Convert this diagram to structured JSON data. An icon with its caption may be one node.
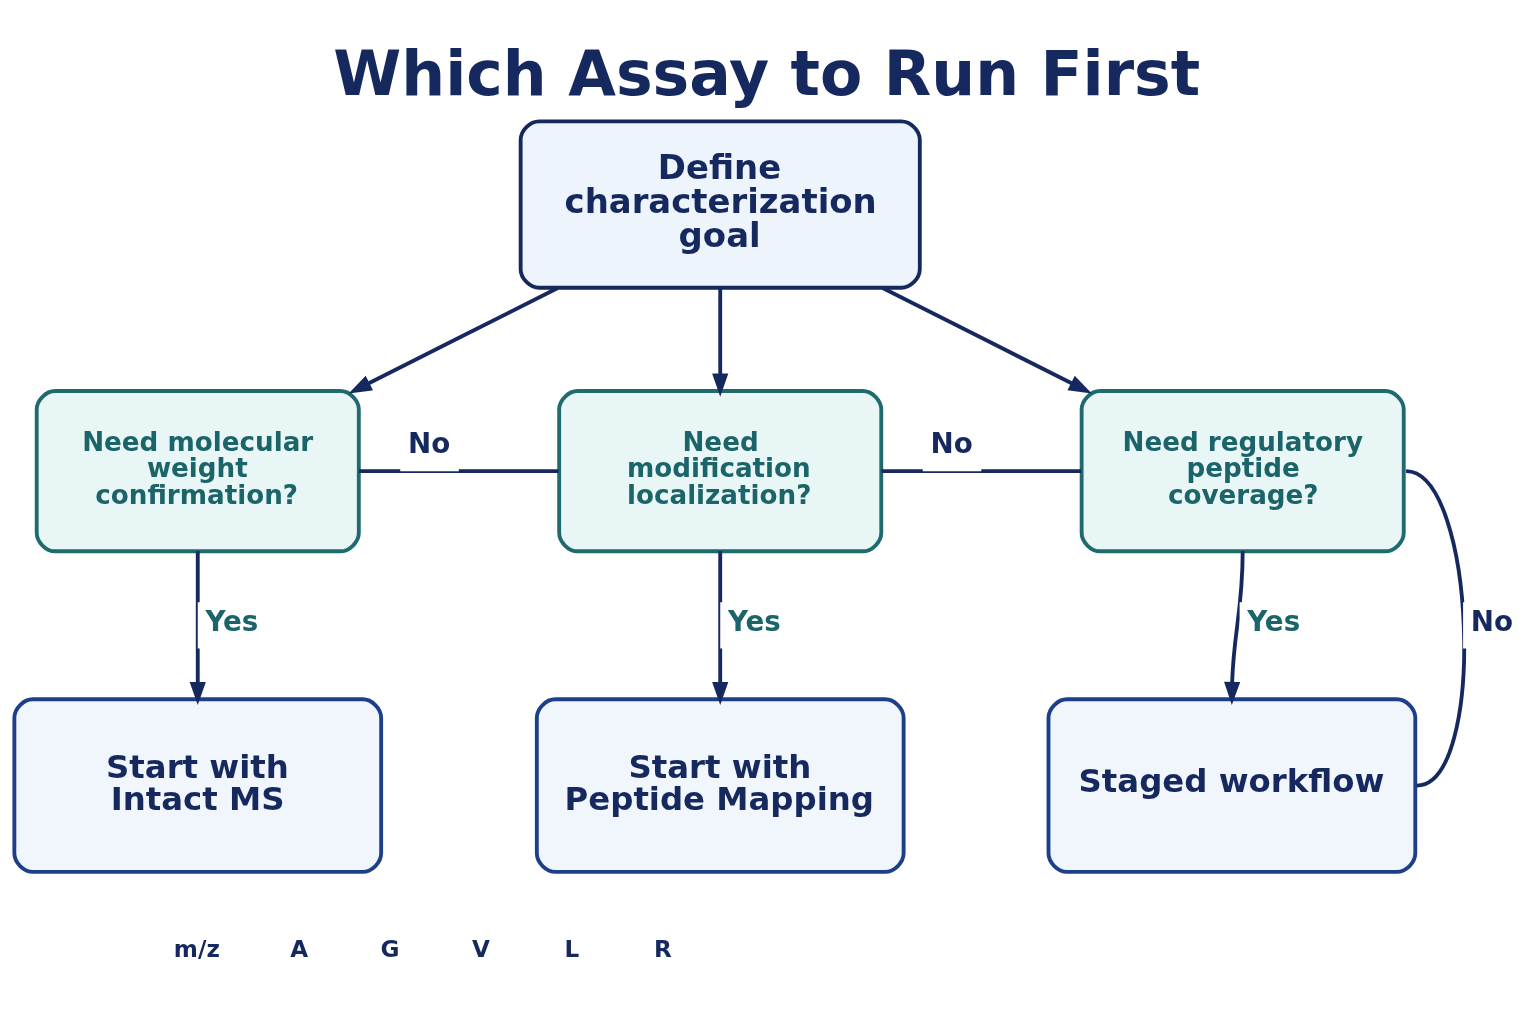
{
  "diagram": {
    "title": "Which Assay to Run First",
    "nodes": [
      {
        "text": [
          "Define characterization goal"
        ]
      },
      {
        "text": [
          "Need molecular weight confirmation?"
        ]
      },
      {
        "text": [
          "Need modification localization?"
        ]
      },
      {
        "text": [
          "Need regulatory peptide coverage?"
        ]
      },
      {
        "text": [
          "Start with Intact MS"
        ]
      },
      {
        "text": [
          "Start with Peptide Mapping"
        ]
      },
      {
        "text": [
          "Staged workflow"
        ]
      }
    ],
    "edges": [
      {
        "from": 0,
        "to": 1,
        "arrow": "to"
      },
      {
        "from": 0,
        "to": 2,
        "arrow": "to"
      },
      {
        "from": 0,
        "to": 3,
        "arrow": "to"
      },
      {
        "from": 1,
        "to": 2,
        "label": "No",
        "arrow": "none"
      },
      {
        "from": 2,
        "to": 3,
        "label": "No",
        "arrow": "none"
      },
      {
        "from": 3,
        "to": 6,
        "label": "No",
        "arrow": "none"
      },
      {
        "from": 1,
        "to": 4,
        "label": "Yes",
        "arrow": "to"
      },
      {
        "from": 2,
        "to": 5,
        "label": "Yes",
        "arrow": "to"
      },
      {
        "from": 3,
        "to": 6,
        "label": "Yes",
        "arrow": "to"
      }
    ],
    "labels": [
      "m/z",
      "A",
      "G",
      "V",
      "L",
      "R"
    ]
  }
}
